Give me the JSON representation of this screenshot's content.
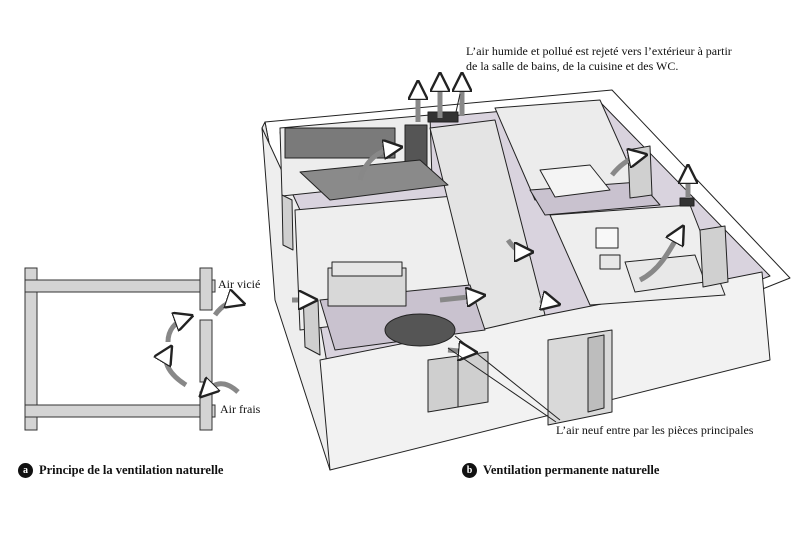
{
  "diagram_a": {
    "badge": "a",
    "caption": "Principe de la ventilation naturelle",
    "label_stale_air": "Air vicié",
    "label_fresh_air": "Air frais"
  },
  "diagram_b": {
    "badge": "b",
    "caption": "Ventilation permanente naturelle",
    "annotation_exhaust_line1": "L’air humide et pollué est rejeté vers l’extérieur à partir",
    "annotation_exhaust_line2": "de la salle de bains, de la cuisine et des WC.",
    "annotation_fresh_air": "L’air neuf entre par les pièces principales"
  },
  "colors": {
    "wall_face": "#f2f2f2",
    "wall_top": "#ffffff",
    "floor_room": "#d9d3de",
    "floor_dark": "#c9c2cf",
    "outline": "#222222",
    "arrow_fill": "#ffffff",
    "cabinet": "#7a7a7a",
    "furniture": "#d8d8d8"
  }
}
